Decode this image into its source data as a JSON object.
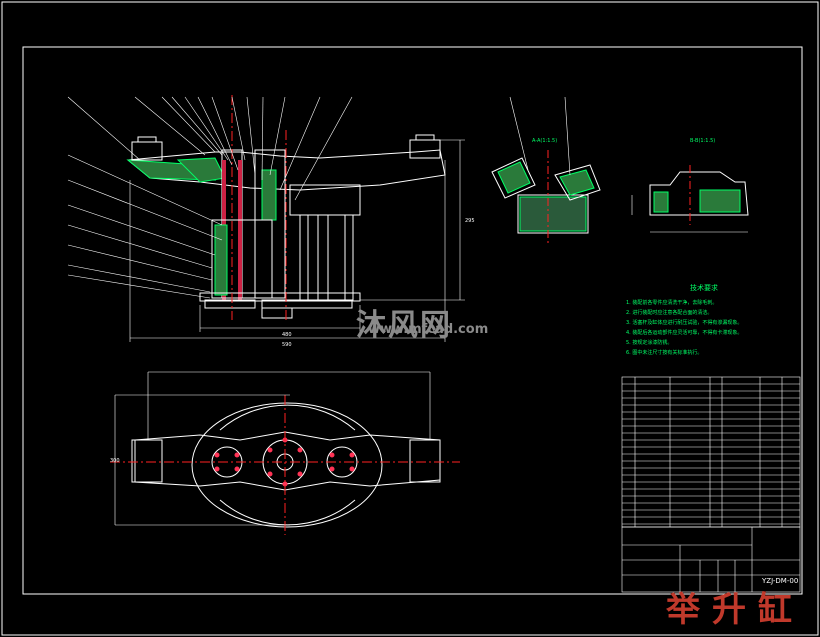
{
  "watermark": {
    "brand": "沐风网",
    "url": "www.mfcad.com"
  },
  "drawing": {
    "title": "举升缸",
    "drawing_no": "YZJ-DM-00",
    "section_a_label": "A-A(1:1.5)",
    "section_b_label": "B-B(1:1.5)",
    "tech_req_title": "技术要求",
    "tech_req_items": [
      "1. 装配前各零件应清洗干净，去除毛刺。",
      "2. 进行装配时应注意各配合面的清洁。",
      "3. 活塞杆及缸体应进行耐压试验，不得有渗漏现象。",
      "4. 装配后各运动部件应灵活可靠，不得有卡滞现象。",
      "5. 按规定涂漆防锈。",
      "6. 图中未注尺寸按有关标准执行。"
    ],
    "dims": {
      "top_width": "590",
      "bottom_width": "480",
      "height": "295",
      "side_height": "300"
    }
  },
  "colors": {
    "background": "#000000",
    "line": "#ffffff",
    "section": "#00ff66",
    "hatch": "#ff3355",
    "centerline": "#ff2222",
    "title": "#c0392b"
  }
}
